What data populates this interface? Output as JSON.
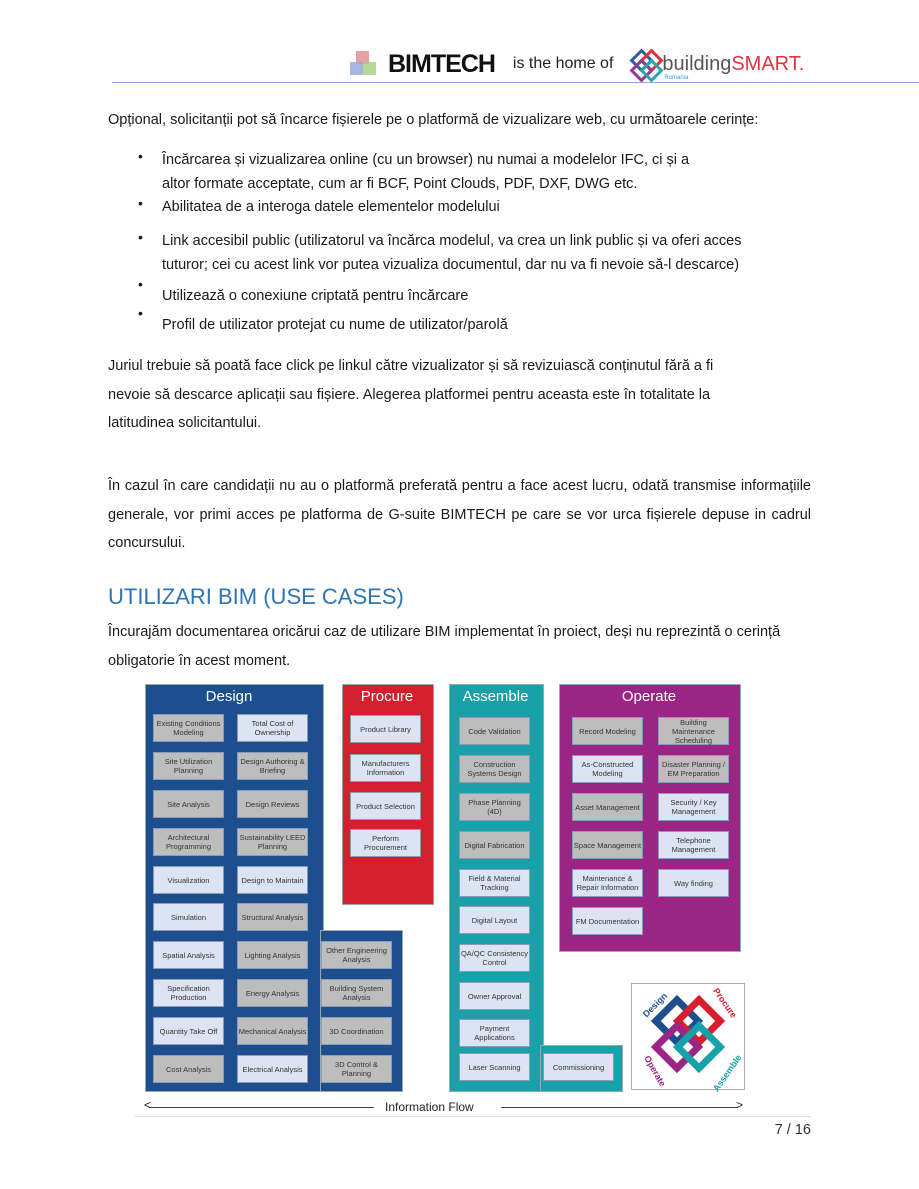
{
  "header": {
    "brand": "BIMTECH",
    "connector": "is the home of",
    "partner_a": "building",
    "partner_b": "SMART.",
    "partner_sub": "Romania"
  },
  "intro": "Opțional, solicitanții pot să încarce fișierele pe o platformă de vizualizare web, cu următoarele cerințe:",
  "bullets": [
    {
      "lines": [
        "Încărcarea și vizualizarea online (cu un browser) nu numai a modelelor IFC, ci și a",
        "altor formate acceptate, cum ar fi BCF, Point Clouds, PDF, DXF, DWG etc."
      ]
    },
    {
      "lines": [
        "Abilitatea de a interoga datele elementelor modelului"
      ]
    },
    {
      "lines": [
        "Link accesibil public (utilizatorul va încărca modelul, va crea un link public și va oferi acces",
        "tuturor; cei cu acest link vor putea vizualiza documentul, dar nu va fi nevoie să-l descarce)"
      ]
    },
    {
      "lines": [
        "Utilizează o conexiune criptată pentru încărcare"
      ]
    },
    {
      "lines": [
        "Profil de utilizator protejat cu nume de utilizator/parolă"
      ]
    }
  ],
  "para1": "Juriul trebuie să poată face click pe linkul către vizualizator și să revizuiască conținutul fără a fi nevoie să descarce aplicații sau fișiere. Alegerea platformei pentru aceasta este în totalitate la latitudinea solicitantului.",
  "para2": "În cazul în care candidații nu au o platformă preferată pentru a face acest lucru, odată transmise informațiile generale, vor primi acces pe platforma de G-suite BIMTECH pe care se vor urca fișierele depuse in cadrul concursului.",
  "heading": "UTILIZARI BIM (USE CASES)",
  "para3": "Încurajăm documentarea oricărui caz de utilizare BIM implementat în proiect, deși nu reprezintă o cerință obligatorie în acest moment.",
  "diagram": {
    "colors": {
      "design": "#1d4f8e",
      "procure": "#d51f2e",
      "assemble": "#19a1a9",
      "operate": "#9b2584",
      "grey_box": "#bdbdbd",
      "light_box": "#dce4f3"
    },
    "design": {
      "title": "Design",
      "col1": [
        "Existing Conditions Modeling",
        "Site Utilization Planning",
        "Site Analysis",
        "Architectural Programming",
        "Visualization",
        "Simulation",
        "Spatial Analysis",
        "Specification Production",
        "Quantity Take Off",
        "Cost Analysis"
      ],
      "col1_shade": [
        "g",
        "g",
        "g",
        "g",
        "l",
        "l",
        "l",
        "l",
        "l",
        "g"
      ],
      "col2": [
        "Total Cost of Ownership",
        "Design Authoring & Briefing",
        "Design Reviews",
        "Sustainability LEED Planning",
        "Design to Maintain",
        "Structural Analysis",
        "Lighting Analysis",
        "Energy Analysis",
        "Mechanical Analysis",
        "Electrical Analysis"
      ],
      "col2_shade": [
        "l",
        "g",
        "g",
        "g",
        "l",
        "g",
        "g",
        "g",
        "g",
        "l"
      ],
      "col3": [
        "Other Engineering Analysis",
        "Building System Analysis",
        "3D Coordination",
        "3D Control & Planning"
      ],
      "col3_shade": [
        "g",
        "g",
        "g",
        "g"
      ]
    },
    "procure": {
      "title": "Procure",
      "items": [
        "Product Library",
        "Manufacturers Information",
        "Product Selection",
        "Perform Procurement"
      ]
    },
    "assemble": {
      "title": "Assemble",
      "items": [
        "Code Validation",
        "Construction Systems Design",
        "Phase Planning (4D)",
        "Digital Fabrication",
        "Field & Material Tracking",
        "Digital Layout",
        "QA/QC Consistency Control",
        "Owner Approval",
        "Payment Applications",
        "Laser Scanning"
      ],
      "shade": [
        "g",
        "g",
        "g",
        "g",
        "l",
        "l",
        "l",
        "l",
        "l",
        "l"
      ],
      "extra": "Commissioning"
    },
    "operate": {
      "title": "Operate",
      "col1": [
        "Record Modeling",
        "As-Constructed Modeling",
        "Asset Management",
        "Space Management",
        "Maintenance & Repair Information",
        "FM Documentation"
      ],
      "col1_shade": [
        "g",
        "l",
        "g",
        "g",
        "l",
        "l"
      ],
      "col2": [
        "Building Maintenance Scheduling",
        "Disaster Planning / EM Preparation",
        "Security / Key Management",
        "Telephone Management",
        "Way finding"
      ],
      "col2_shade": [
        "g",
        "g",
        "l",
        "l",
        "l"
      ]
    },
    "logo_words": [
      "Design",
      "Procure",
      "Assemble",
      "Operate"
    ],
    "flow_label": "Information Flow"
  },
  "page_number": "7 / 16"
}
